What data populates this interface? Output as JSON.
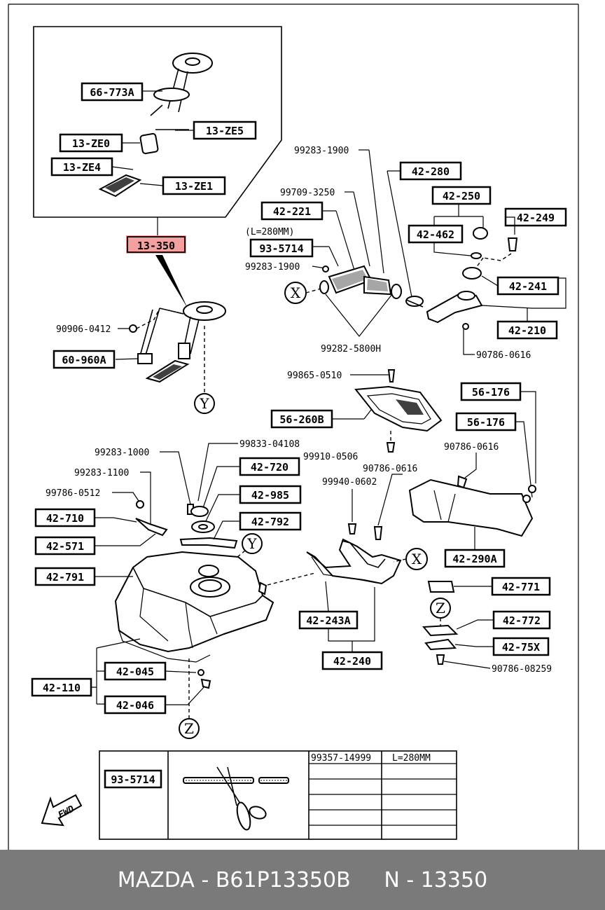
{
  "footer": {
    "brand": "MAZDA",
    "sep1": " - ",
    "part_number": "B61P13350B",
    "ref_prefix": "N - ",
    "ref_number": "13350"
  },
  "highlight_color": "#f08080",
  "labels": {
    "p66_773A": "66-773A",
    "p13_ZE5": "13-ZE5",
    "p13_ZE0": "13-ZE0",
    "p13_ZE4": "13-ZE4",
    "p13_ZE1": "13-ZE1",
    "p13_350": "13-350",
    "p90906_0412": "90906-0412",
    "p60_960A": "60-960A",
    "p99283_1900a": "99283-1900",
    "p99709_3250": "99709-3250",
    "p42_221": "42-221",
    "lenL280": "(L=280MM)",
    "p93_5714": "93-5714",
    "p99283_1900b": "99283-1900",
    "p99282_5800H": "99282-5800H",
    "p42_280": "42-280",
    "p42_250": "42-250",
    "p42_462": "42-462",
    "p42_249": "42-249",
    "p42_241": "42-241",
    "p42_210": "42-210",
    "p90786_0616a": "90786-0616",
    "p99865_0510": "99865-0510",
    "p56_260B": "56-260B",
    "p56_176a": "56-176",
    "p56_176b": "56-176",
    "p90786_0616b": "90786-0616",
    "p99910_0506": "99910-0506",
    "p90786_0616c": "90786-0616",
    "p99940_0602": "99940-0602",
    "p42_290A": "42-290A",
    "p99283_1000": "99283-1000",
    "p99833_04108": "99833-04108",
    "p42_720": "42-720",
    "p99283_1100": "99283-1100",
    "p99786_0512": "99786-0512",
    "p42_985": "42-985",
    "p42_710": "42-710",
    "p42_792": "42-792",
    "p42_571": "42-571",
    "p42_791": "42-791",
    "p42_243A": "42-243A",
    "p42_240": "42-240",
    "p42_771": "42-771",
    "p42_772": "42-772",
    "p42_75X": "42-75X",
    "p90786_08259": "90786-08259",
    "p42_045": "42-045",
    "p42_110": "42-110",
    "p42_046": "42-046",
    "markX1": "X",
    "markX2": "X",
    "markY1": "Y",
    "markY2": "Y",
    "markZ1": "Z",
    "markZ2": "Z",
    "fwd": "FWD"
  },
  "table": {
    "part": "93-5714",
    "cell1": "99357-14999",
    "cell2": "L=280MM"
  }
}
